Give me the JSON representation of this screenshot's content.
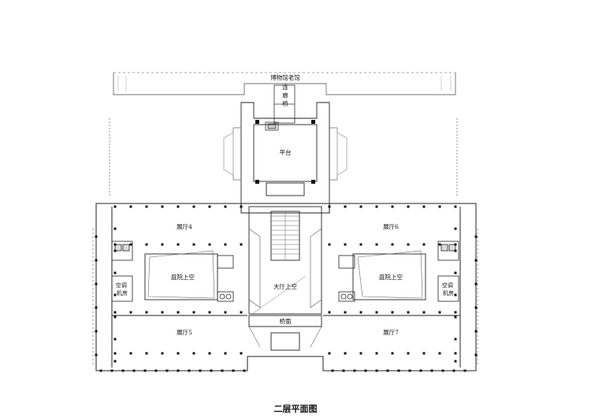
{
  "plan": {
    "labels": {
      "museum_building": "博物馆老馆",
      "bridge_vertical": "连廊桥",
      "platform": "平台",
      "hall4": "展厅4",
      "hall5": "展厅5",
      "hall6": "展厅6",
      "hall7": "展厅7",
      "courtyard_left": "庭院上空",
      "courtyard_right": "庭院上空",
      "lobby_void": "大厅上空",
      "bridge_bottom": "桥面",
      "ac_room_left": "空调机房",
      "ac_room_right": "空调机房"
    },
    "caption": "二层平面图",
    "colors": {
      "line": "#222222",
      "hatch": "#999999",
      "background": "#ffffff"
    }
  }
}
